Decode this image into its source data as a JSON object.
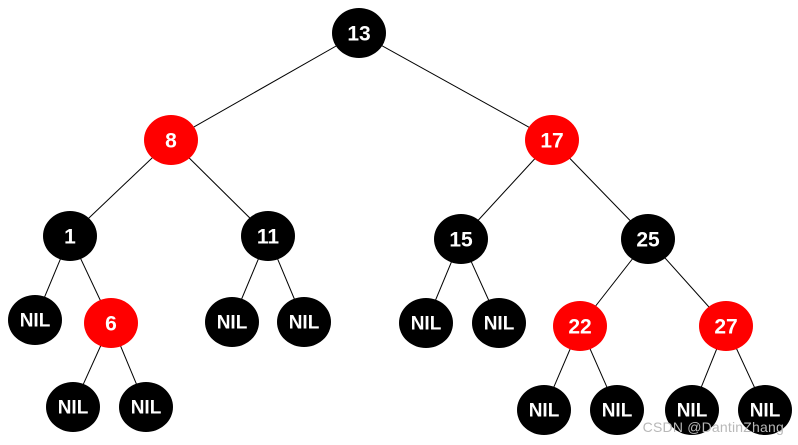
{
  "diagram": {
    "type": "red-black-tree",
    "colors": {
      "black": "#000000",
      "red": "#ff0000",
      "edge": "#000000",
      "text": "#ffffff"
    },
    "nodes": [
      {
        "id": "n13",
        "label": "13",
        "color": "black",
        "parent": null
      },
      {
        "id": "n8",
        "label": "8",
        "color": "red",
        "parent": "n13"
      },
      {
        "id": "n17",
        "label": "17",
        "color": "red",
        "parent": "n13"
      },
      {
        "id": "n1",
        "label": "1",
        "color": "black",
        "parent": "n8"
      },
      {
        "id": "n11",
        "label": "11",
        "color": "black",
        "parent": "n8"
      },
      {
        "id": "n15",
        "label": "15",
        "color": "black",
        "parent": "n17"
      },
      {
        "id": "n25",
        "label": "25",
        "color": "black",
        "parent": "n17"
      },
      {
        "id": "nil-1-l",
        "label": "NIL",
        "color": "black",
        "parent": "n1"
      },
      {
        "id": "n6",
        "label": "6",
        "color": "red",
        "parent": "n1"
      },
      {
        "id": "nil-11-l",
        "label": "NIL",
        "color": "black",
        "parent": "n11"
      },
      {
        "id": "nil-11-r",
        "label": "NIL",
        "color": "black",
        "parent": "n11"
      },
      {
        "id": "nil-15-l",
        "label": "NIL",
        "color": "black",
        "parent": "n15"
      },
      {
        "id": "nil-15-r",
        "label": "NIL",
        "color": "black",
        "parent": "n15"
      },
      {
        "id": "n22",
        "label": "22",
        "color": "red",
        "parent": "n25"
      },
      {
        "id": "n27",
        "label": "27",
        "color": "red",
        "parent": "n25"
      },
      {
        "id": "nil-6-l",
        "label": "NIL",
        "color": "black",
        "parent": "n6"
      },
      {
        "id": "nil-6-r",
        "label": "NIL",
        "color": "black",
        "parent": "n6"
      },
      {
        "id": "nil-22-l",
        "label": "NIL",
        "color": "black",
        "parent": "n22"
      },
      {
        "id": "nil-22-r",
        "label": "NIL",
        "color": "black",
        "parent": "n22"
      },
      {
        "id": "nil-27-l",
        "label": "NIL",
        "color": "black",
        "parent": "n27"
      },
      {
        "id": "nil-27-r",
        "label": "NIL",
        "color": "black",
        "parent": "n27"
      }
    ]
  },
  "watermark": "CSDN @DantinZhang"
}
